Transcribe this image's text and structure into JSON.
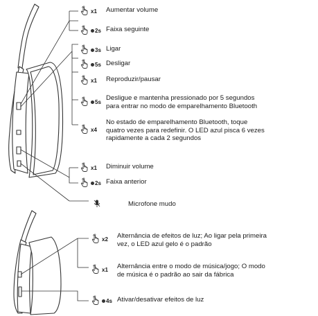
{
  "top_section": {
    "items": [
      {
        "count": "x1",
        "hold": "",
        "label": "Aumentar volume",
        "icon": "hand-tap-icon"
      },
      {
        "count": "",
        "hold": "2s",
        "label": "Faixa seguinte",
        "icon": "hand-tap-icon"
      },
      {
        "count": "",
        "hold": "3s",
        "label": "Ligar",
        "icon": "hand-tap-icon"
      },
      {
        "count": "",
        "hold": "5s",
        "label": "Desligar",
        "icon": "hand-tap-icon"
      },
      {
        "count": "x1",
        "hold": "",
        "label": "Reproduzir/pausar",
        "icon": "hand-tap-icon"
      },
      {
        "count": "",
        "hold": "5s",
        "label_lines": [
          "Desligue e mantenha pressionado por 5 segundos",
          "para entrar no modo de emparelhamento Bluetooth"
        ],
        "icon": "hand-tap-icon"
      },
      {
        "count": "x4",
        "hold": "",
        "label_lines": [
          "No estado de emparelhamento Bluetooth, toque",
          "quatro vezes para redefinir. O LED azul pisca 6 vezes",
          "rapidamente a cada 2 segundos"
        ],
        "icon": "hand-tap-icon"
      },
      {
        "count": "x1",
        "hold": "",
        "label": "Diminuir volume",
        "icon": "hand-tap-icon"
      },
      {
        "count": "",
        "hold": "2s",
        "label": "Faixa anterior",
        "icon": "hand-tap-icon"
      }
    ],
    "mic": {
      "label": "Microfone mudo",
      "icon": "microphone-mute-icon"
    }
  },
  "bottom_section": {
    "items": [
      {
        "count": "x2",
        "hold": "",
        "label_lines": [
          "Alternância de efeitos de luz; Ao ligar pela primeira",
          "vez, o LED azul gelo é o padrão"
        ],
        "icon": "hand-tap-icon"
      },
      {
        "count": "x1",
        "hold": "",
        "label_lines": [
          "Alternância entre o modo de música/jogo; O modo",
          "de música é o padrão ao sair da fábrica"
        ],
        "icon": "hand-tap-icon"
      },
      {
        "count": "",
        "hold": "4s",
        "label": "Ativar/desativar efeitos de luz",
        "icon": "hand-tap-icon"
      }
    ]
  },
  "colors": {
    "line": "#333333",
    "headphone_fill": "#ffffff",
    "ink": "#1a1a1a"
  }
}
